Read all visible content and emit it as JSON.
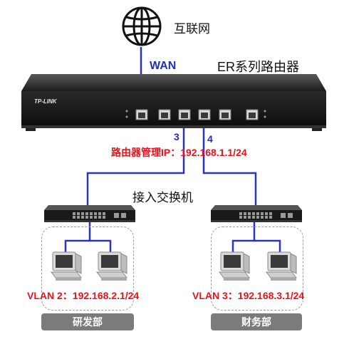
{
  "internet": {
    "label": "互联网",
    "icon": "globe-icon"
  },
  "router": {
    "title": "ER系列路由器",
    "brand": "TP-LINK",
    "wan_label": "WAN"
  },
  "links": {
    "port3": "3",
    "port4": "4"
  },
  "router_ip_label": "路由器管理IP：192.168.1.1/24",
  "switch_label": "接入交换机",
  "vlan2": {
    "label": "VLAN 2：192.168.2.1/24",
    "dept": "研发部"
  },
  "vlan3": {
    "label": "VLAN 3：192.168.3.1/24",
    "dept": "财务部"
  },
  "colors": {
    "wire_blue": "#2b33c5",
    "ip_red": "#e8141b",
    "dept_tag_bg": "#7b7b7b"
  }
}
